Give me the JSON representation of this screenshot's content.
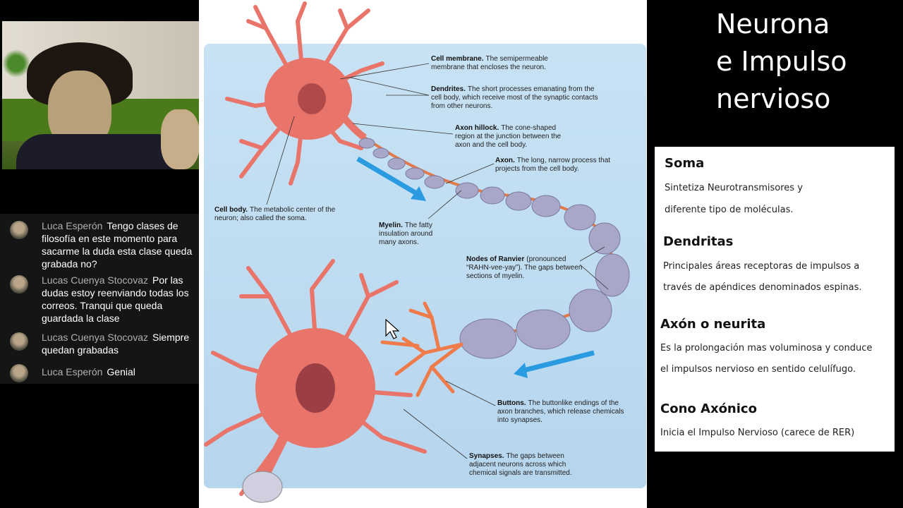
{
  "chat": {
    "messages": [
      {
        "author": "Luca Esperón",
        "text": "Tengo clases de filosofía en este momento para sacarme la duda esta clase queda grabada no?"
      },
      {
        "author": "Lucas Cuenya Stocovaz",
        "text": "Por las dudas estoy reenviando todas los correos. Tranqui que queda guardada la clase"
      },
      {
        "author": "Lucas Cuenya Stocovaz",
        "text": "Siempre quedan grabadas"
      },
      {
        "author": "Luca Esperón",
        "text": "Genial"
      }
    ]
  },
  "diagram": {
    "labels": {
      "cell_membrane": {
        "term": "Cell membrane.",
        "desc": "The semipermeable membrane that encloses the neuron."
      },
      "dendrites": {
        "term": "Dendrites.",
        "desc": "The short processes emanating from the cell body, which receive most of the synaptic contacts from other neurons."
      },
      "axon_hillock": {
        "term": "Axon hillock.",
        "desc": "The cone-shaped region at the junction between the axon and the cell body."
      },
      "axon": {
        "term": "Axon.",
        "desc": "The long, narrow process that projects from the cell body."
      },
      "cell_body": {
        "term": "Cell body.",
        "desc": "The metabolic center of the neuron; also called the soma."
      },
      "myelin": {
        "term": "Myelin.",
        "desc": "The fatty insulation around many axons."
      },
      "nodes_ranvier": {
        "term": "Nodes of Ranvier",
        "desc": "(pronounced “RAHN-vee-yay”). The gaps between sections of myelin."
      },
      "buttons": {
        "term": "Buttons.",
        "desc": "The buttonlike endings of the axon branches, which release chemicals into synapses."
      },
      "synapses": {
        "term": "Synapses.",
        "desc": "The gaps between adjacent neurons across which chemical signals are transmitted."
      }
    }
  },
  "slide": {
    "title_lines": [
      "Neurona",
      "e Impulso",
      "nervioso"
    ],
    "sections": [
      {
        "heading": "Soma",
        "lines": [
          "Sintetiza Neurotransmisores y",
          "diferente tipo de moléculas."
        ]
      },
      {
        "heading": "Dendritas",
        "lines": [
          "Principales áreas receptoras de impulsos a",
          "través  de apéndices denominados espinas."
        ]
      },
      {
        "heading": "Axón o neurita",
        "lines": [
          "Es la prolongación mas voluminosa y conduce",
          "el impulsos nervioso en sentido celulífugo."
        ]
      },
      {
        "heading": "Cono Axónico",
        "lines": [
          "Inicia el Impulso Nervioso (carece de RER)"
        ]
      }
    ]
  },
  "colors": {
    "neuron": "#e8746a",
    "myelin": "#a9a7c8",
    "arrow": "#2a9be0",
    "panel": "#c4def2"
  }
}
